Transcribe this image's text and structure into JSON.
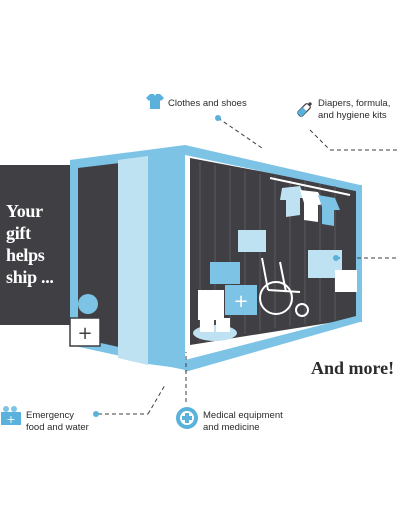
{
  "headline": {
    "line1": "Your",
    "line2": "gift",
    "line3": "helps",
    "line4": "ship ..."
  },
  "items": {
    "clothes": {
      "label": "Clothes and shoes"
    },
    "diapers": {
      "line1": "Diapers, formula,",
      "line2": "and hygiene kits"
    },
    "emergency": {
      "line1": "Emergency",
      "line2": "food and water"
    },
    "medical": {
      "line1": "Medical equipment",
      "line2": "and medicine"
    }
  },
  "footer_text": "And more!",
  "colors": {
    "container_blue": "#7cc3e6",
    "container_dark": "#3f3f44",
    "accent_blue": "#5ab2dc",
    "text": "#2b2b2b"
  }
}
